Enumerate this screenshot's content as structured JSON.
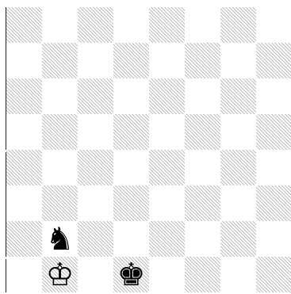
{
  "board": {
    "files": 8,
    "ranks": 8,
    "orientation": "white-bottom",
    "colors": {
      "light_square": "#ffffff",
      "dark_square_hatch": "#bdbdbd",
      "border": "#222222"
    },
    "pieces": [
      {
        "square": "b2",
        "piece": "black-knight",
        "glyph": "♞"
      },
      {
        "square": "b1",
        "piece": "white-king",
        "glyph": "♔"
      },
      {
        "square": "d1",
        "piece": "black-king",
        "glyph": "♚"
      }
    ]
  }
}
